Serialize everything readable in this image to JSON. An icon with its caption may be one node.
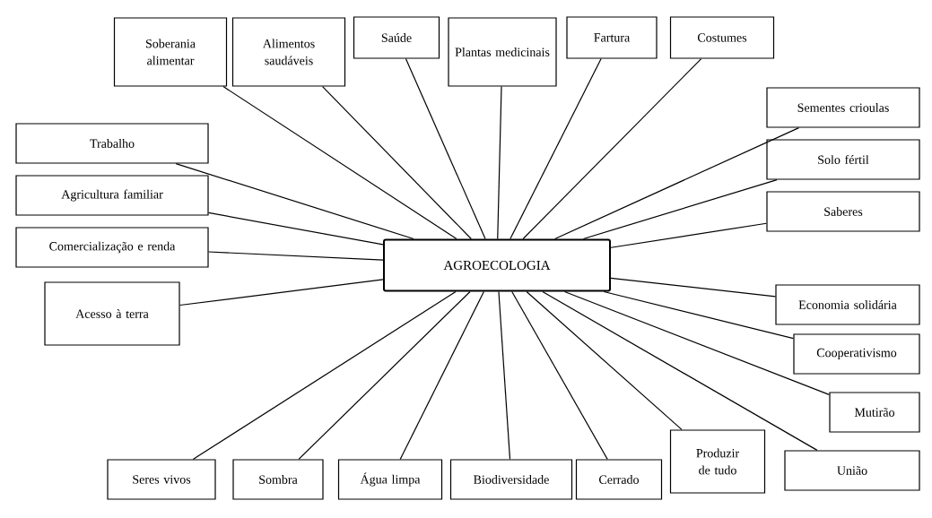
{
  "diagram": {
    "nodes": [
      {
        "text": [
          "Soberania alimentar"
        ]
      },
      {
        "text": [
          "Alimentos saudáveis"
        ]
      },
      {
        "text": [
          "Saúde"
        ]
      },
      {
        "text": [
          "Plantas medicinais"
        ]
      },
      {
        "text": [
          "Fartura"
        ]
      },
      {
        "text": [
          "Costumes"
        ]
      },
      {
        "text": [
          "Sementes crioulas"
        ]
      },
      {
        "text": [
          "Solo fértil"
        ]
      },
      {
        "text": [
          "Saberes"
        ]
      },
      {
        "text": [
          "Trabalho"
        ]
      },
      {
        "text": [
          "Agricultura familiar"
        ]
      },
      {
        "text": [
          "Comercialização e renda"
        ]
      },
      {
        "text": [
          "AGROECOLOGIA"
        ]
      },
      {
        "text": [
          "Acesso à terra"
        ]
      },
      {
        "text": [
          "Economia solidária"
        ]
      },
      {
        "text": [
          "Cooperativismo"
        ]
      },
      {
        "text": [
          "Mutirão"
        ]
      },
      {
        "text": [
          "Produzir de tudo"
        ]
      },
      {
        "text": [
          "União"
        ]
      },
      {
        "text": [
          "Seres vivos"
        ]
      },
      {
        "text": [
          "Sombra"
        ]
      },
      {
        "text": [
          "Água limpa"
        ]
      },
      {
        "text": [
          "Biodiversidade"
        ]
      },
      {
        "text": [
          "Cerrado"
        ]
      }
    ],
    "edges": [
      {
        "from": 12,
        "to": 0,
        "arrow": "none"
      },
      {
        "from": 12,
        "to": 1,
        "arrow": "none"
      },
      {
        "from": 12,
        "to": 2,
        "arrow": "none"
      },
      {
        "from": 12,
        "to": 3,
        "arrow": "none"
      },
      {
        "from": 12,
        "to": 4,
        "arrow": "none"
      },
      {
        "from": 12,
        "to": 5,
        "arrow": "none"
      },
      {
        "from": 12,
        "to": 6,
        "arrow": "none"
      },
      {
        "from": 12,
        "to": 7,
        "arrow": "none"
      },
      {
        "from": 12,
        "to": 8,
        "arrow": "none"
      },
      {
        "from": 12,
        "to": 9,
        "arrow": "none"
      },
      {
        "from": 12,
        "to": 10,
        "arrow": "none"
      },
      {
        "from": 12,
        "to": 11,
        "arrow": "none"
      },
      {
        "from": 12,
        "to": 13,
        "arrow": "none"
      },
      {
        "from": 12,
        "to": 14,
        "arrow": "none"
      },
      {
        "from": 12,
        "to": 15,
        "arrow": "none"
      },
      {
        "from": 12,
        "to": 16,
        "arrow": "none"
      },
      {
        "from": 12,
        "to": 17,
        "arrow": "none"
      },
      {
        "from": 12,
        "to": 18,
        "arrow": "none"
      },
      {
        "from": 12,
        "to": 19,
        "arrow": "none"
      },
      {
        "from": 12,
        "to": 20,
        "arrow": "none"
      },
      {
        "from": 12,
        "to": 21,
        "arrow": "none"
      },
      {
        "from": 12,
        "to": 22,
        "arrow": "none"
      },
      {
        "from": 12,
        "to": 23,
        "arrow": "none"
      }
    ]
  }
}
